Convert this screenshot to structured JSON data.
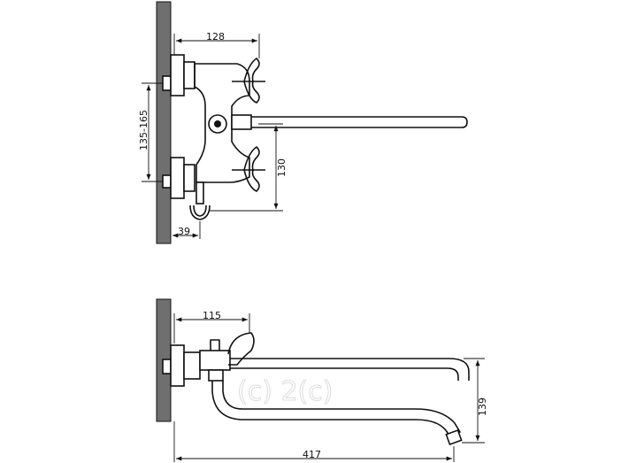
{
  "dimensions": {
    "top_width": "128",
    "top_height_range": "135-165",
    "top_outlet_height": "130",
    "top_shower_offset": "39",
    "side_depth": "115",
    "side_spout_reach": "417",
    "side_spout_height": "139"
  },
  "watermark": "(c) 2(c)",
  "colors": {
    "line": "#111111",
    "wall": "#6f6f6f",
    "background": "#ffffff"
  }
}
